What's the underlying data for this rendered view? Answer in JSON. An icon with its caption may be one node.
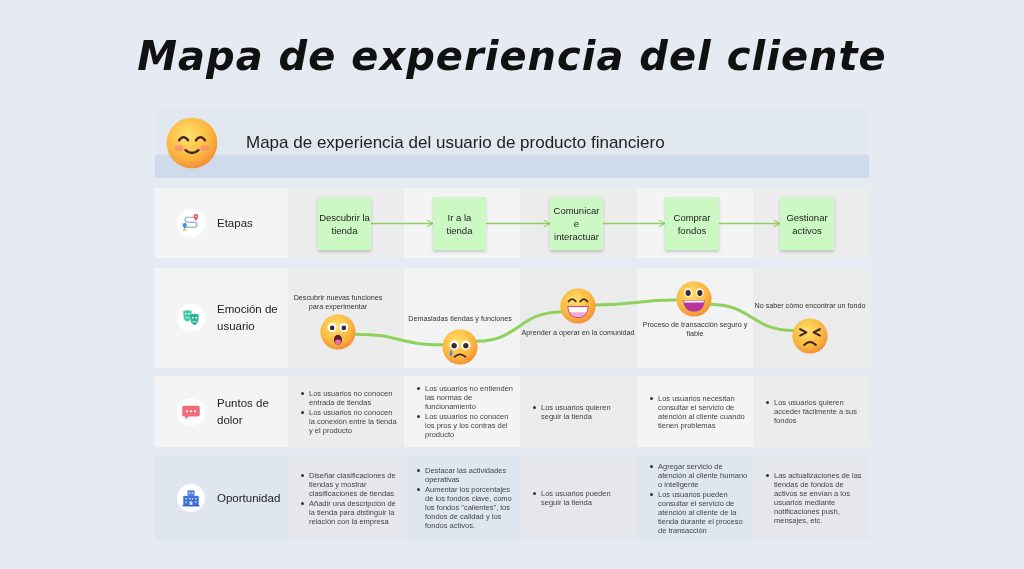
{
  "diagram": {
    "title": "Mapa de experiencia del cliente",
    "nodes": [
      {
        "text": [
          "Descubrir la tienda"
        ]
      },
      {
        "text": [
          "Ir a la tienda"
        ]
      },
      {
        "text": [
          "Comunicar e interactuar"
        ]
      },
      {
        "text": [
          "Comprar fondos"
        ]
      },
      {
        "text": [
          "Gestionar activos"
        ]
      },
      {
        "text": [],
        "shape": "picture",
        "beside": [
          "Descubrir nuevas funciones para experimentar"
        ]
      },
      {
        "text": [],
        "shape": "picture",
        "beside": [
          "Demasiadas tiendas y funciones"
        ]
      },
      {
        "text": [],
        "shape": "picture",
        "beside": [
          "Aprender a operar en la comunidad"
        ]
      },
      {
        "text": [],
        "shape": "picture",
        "beside": [
          "Proceso de transacción seguro y fiable"
        ]
      },
      {
        "text": [],
        "shape": "picture",
        "beside": [
          "No saber cómo encontrar un fondo"
        ]
      }
    ],
    "edges": [
      {
        "from": 0,
        "to": 1,
        "arrow": "to"
      },
      {
        "from": 1,
        "to": 2,
        "arrow": "to"
      },
      {
        "from": 2,
        "to": 3,
        "arrow": "to"
      },
      {
        "from": 3,
        "to": 4,
        "arrow": "to"
      },
      {
        "from": 5,
        "to": 6,
        "arrow": "none",
        "style": "thick"
      },
      {
        "from": 6,
        "to": 7,
        "arrow": "none",
        "style": "thick"
      },
      {
        "from": 7,
        "to": 8,
        "arrow": "none",
        "style": "thick"
      },
      {
        "from": 8,
        "to": 9,
        "arrow": "none",
        "style": "thick"
      }
    ],
    "labels": [
      "Mapa de experiencia del usuario de producto financiero",
      "Etapas",
      "Emoción de usuario",
      "Puntos de dolor",
      "Los usuarios no conocen entrada de tiendas",
      "Los usuarios no conocen la conexión entre la tienda y el producto",
      "Los usuarios no entienden las normas de funcionamiento",
      "Los usuarios no conocen los pros y los contras del producto",
      "Los usuarios quieren seguir la tienda",
      "Los usuarios necesitan consultar el servicio de atención al cliente cuando tienen problemas",
      "Los usuarios quieren acceder fácilmente a sus fondos",
      "Oportunidad",
      "Diseñar clasificaciones de tiendas y mostrar clasificaciones de tiendas",
      "Añadir una descripción de la tienda para distinguir la relación con la empresa",
      "Destacar las actividades operativas",
      "Aumentar los porcentajes de los fondos clave, como los fondos \"calientes\", los fondos de calidad y los fondos activos.",
      "Los usuarios pueden seguir la tienda",
      "Agregar servicio de atención al cliente humano o inteligente",
      "Los usuarios pueden consultar el servicio de atención al cliente de la tienda durante el proceso de transacción",
      "Las actualizaciones de las tiendas de fondos de activos se envían a los usuarios mediante notificaciones push, mensajes, etc."
    ]
  }
}
